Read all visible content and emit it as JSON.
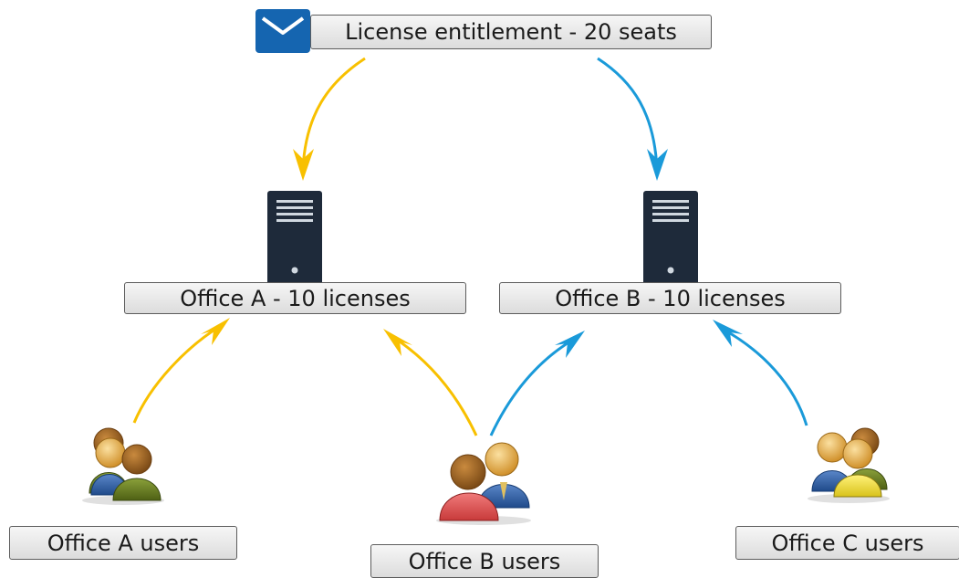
{
  "colors": {
    "yellow_arrow": "#f8c000",
    "blue_arrow": "#1a9ad9",
    "mail_icon": "#1565b0",
    "server": "#1e2a3a"
  },
  "entitlement": {
    "label": "License entitlement - 20 seats",
    "icon": "envelope-icon"
  },
  "servers": [
    {
      "label": "Office A - 10 licenses",
      "icon": "server-icon"
    },
    {
      "label": "Office B - 10 licenses",
      "icon": "server-icon"
    }
  ],
  "user_groups": [
    {
      "label": "Office A users",
      "icon": "users-group-icon"
    },
    {
      "label": "Office B users",
      "icon": "users-group-icon"
    },
    {
      "label": "Office C users",
      "icon": "users-group-icon"
    }
  ]
}
